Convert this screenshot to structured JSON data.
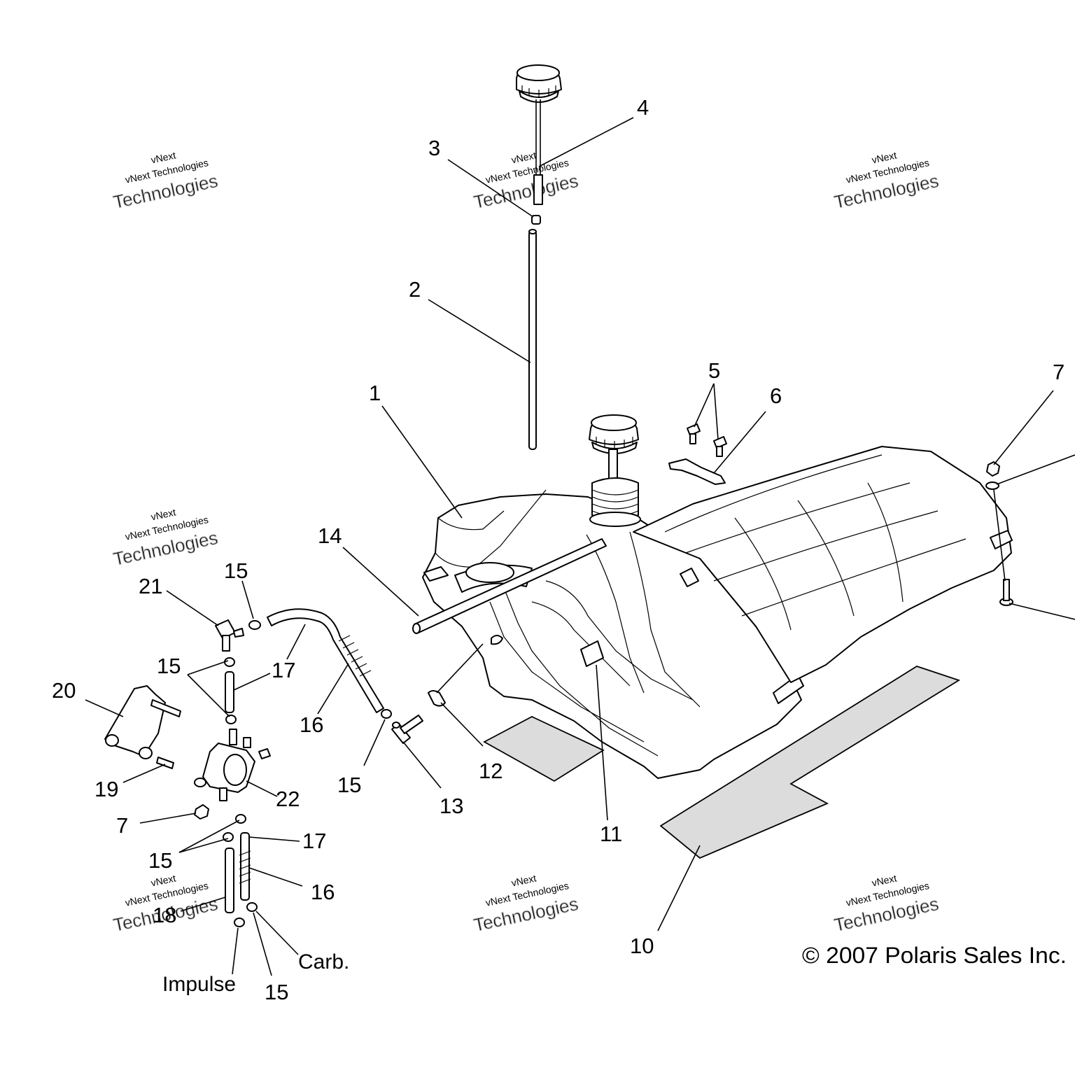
{
  "callouts": [
    {
      "id": "c1",
      "text": "1"
    },
    {
      "id": "c2",
      "text": "2"
    },
    {
      "id": "c3",
      "text": "3"
    },
    {
      "id": "c4",
      "text": "4"
    },
    {
      "id": "c5",
      "text": "5"
    },
    {
      "id": "c6",
      "text": "6"
    },
    {
      "id": "c7a",
      "text": "7"
    },
    {
      "id": "c7b",
      "text": "7"
    },
    {
      "id": "c10",
      "text": "10"
    },
    {
      "id": "c11",
      "text": "11"
    },
    {
      "id": "c12",
      "text": "12"
    },
    {
      "id": "c13",
      "text": "13"
    },
    {
      "id": "c14",
      "text": "14"
    },
    {
      "id": "c15a",
      "text": "15"
    },
    {
      "id": "c15b",
      "text": "15"
    },
    {
      "id": "c15c",
      "text": "15"
    },
    {
      "id": "c15d",
      "text": "15"
    },
    {
      "id": "c15e",
      "text": "15"
    },
    {
      "id": "c16a",
      "text": "16"
    },
    {
      "id": "c16b",
      "text": "16"
    },
    {
      "id": "c17a",
      "text": "17"
    },
    {
      "id": "c17b",
      "text": "17"
    },
    {
      "id": "c18",
      "text": "18"
    },
    {
      "id": "c19",
      "text": "19"
    },
    {
      "id": "c20",
      "text": "20"
    },
    {
      "id": "c21",
      "text": "21"
    },
    {
      "id": "c22",
      "text": "22"
    }
  ],
  "notes": {
    "impulse": "Impulse",
    "carb": "Carb."
  },
  "copyright": "© 2007 Polaris Sales Inc.",
  "watermark": {
    "line1": "vNext",
    "line2": "vNext Technologies",
    "line3": "Technologies"
  }
}
